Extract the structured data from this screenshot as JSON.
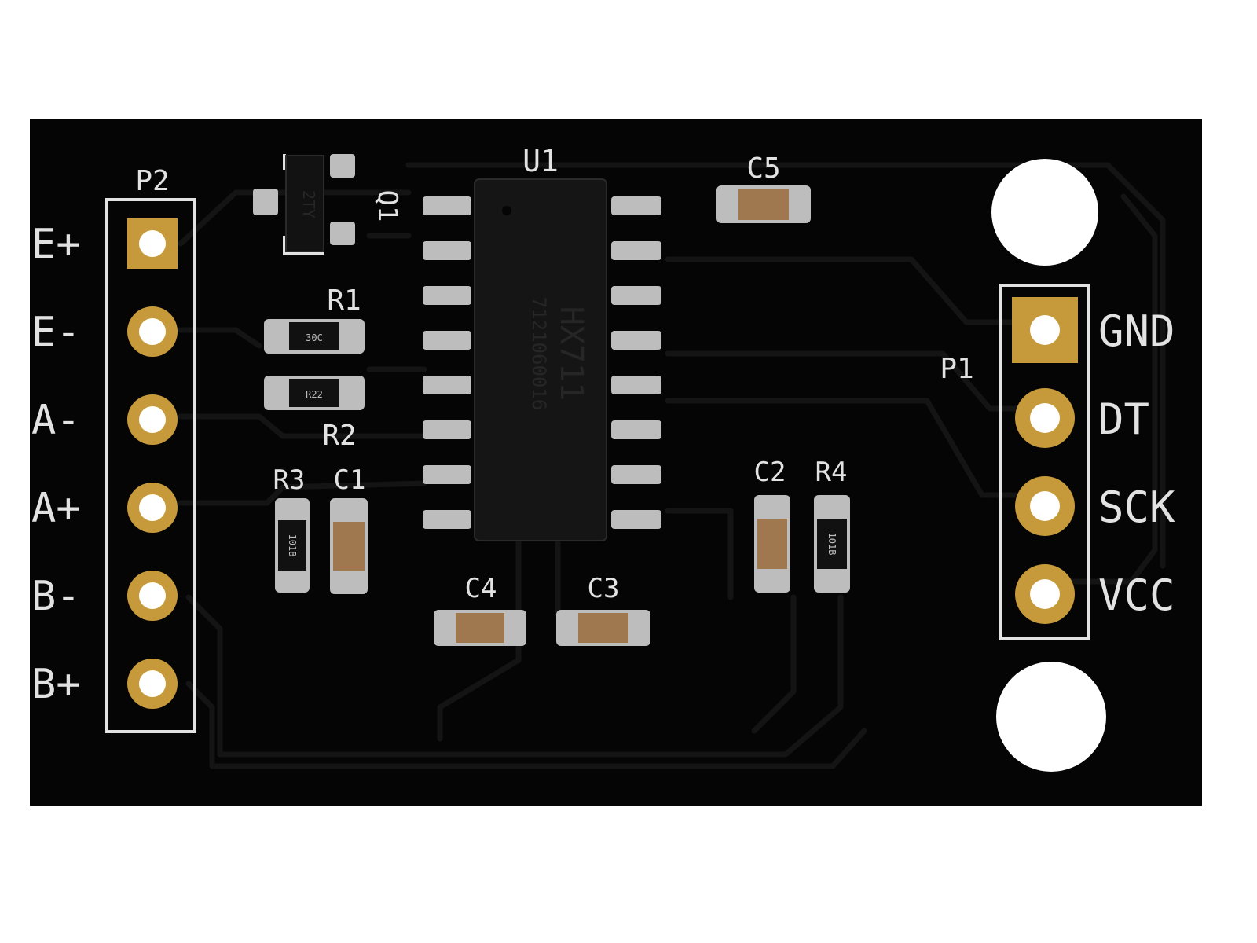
{
  "colors": {
    "board": "#050505",
    "silkscreen": "#e2e2e2",
    "trace": "#141414",
    "gold": "#c69a3a",
    "tin": "#bdbdbd",
    "chip": "#151515",
    "ceramic": "#a07850"
  },
  "board": {
    "chip": {
      "ref": "U1",
      "marking_line1": "HX711",
      "marking_line2": "7121060016"
    },
    "connector_left": {
      "ref": "P2",
      "pins": [
        {
          "label": "E+",
          "square": true
        },
        {
          "label": "E-",
          "square": false
        },
        {
          "label": "A-",
          "square": false
        },
        {
          "label": "A+",
          "square": false
        },
        {
          "label": "B-",
          "square": false
        },
        {
          "label": "B+",
          "square": false
        }
      ]
    },
    "connector_right": {
      "ref": "P1",
      "pins": [
        {
          "label": "GND",
          "square": true
        },
        {
          "label": "DT",
          "square": false
        },
        {
          "label": "SCK",
          "square": false
        },
        {
          "label": "VCC",
          "square": false
        }
      ]
    },
    "transistor": {
      "ref": "Q1",
      "marking": "2TY"
    },
    "components": {
      "r1": {
        "ref": "R1",
        "marking": "30C"
      },
      "r2": {
        "ref": "R2",
        "marking": "R22"
      },
      "r3": {
        "ref": "R3",
        "marking": "101B"
      },
      "r4": {
        "ref": "R4",
        "marking": "101B"
      },
      "c1": {
        "ref": "C1"
      },
      "c2": {
        "ref": "C2"
      },
      "c3": {
        "ref": "C3"
      },
      "c4": {
        "ref": "C4"
      },
      "c5": {
        "ref": "C5"
      }
    }
  }
}
